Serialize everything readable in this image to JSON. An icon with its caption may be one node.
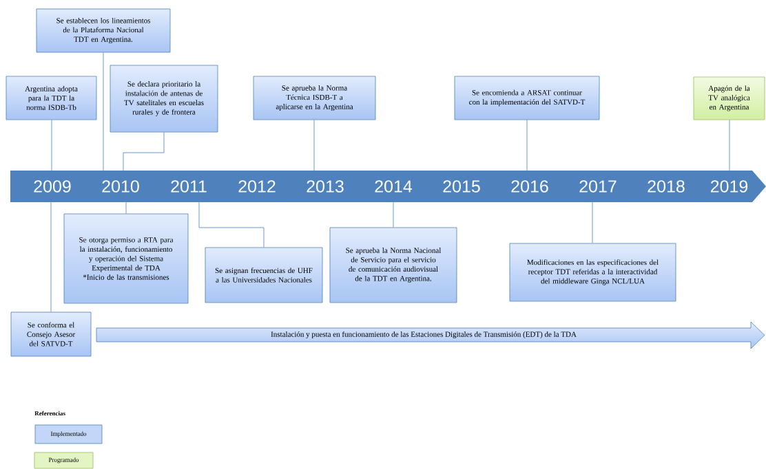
{
  "diagram": {
    "nodes": [
      {
        "text": [
          "2009"
        ]
      },
      {
        "text": [
          "2010"
        ]
      },
      {
        "text": [
          "2011"
        ]
      },
      {
        "text": [
          "2012"
        ]
      },
      {
        "text": [
          "2013"
        ]
      },
      {
        "text": [
          "2014"
        ]
      },
      {
        "text": [
          "2015"
        ]
      },
      {
        "text": [
          "2016"
        ]
      },
      {
        "text": [
          "2017"
        ]
      },
      {
        "text": [
          "2018"
        ]
      },
      {
        "text": [
          "2019"
        ]
      },
      {
        "text": [
          "Argentina adopta para la TDT la norma ISDB-Tb"
        ]
      },
      {
        "text": [
          "Se establecen los lineamientos de la Plataforma Nacional TDT en Argentina."
        ]
      },
      {
        "text": [
          "Se declara prioritario la instalación de antenas de TV satelitales en escuelas rurales y de frontera"
        ]
      },
      {
        "text": [
          "Se aprueba la Norma Técnica ISDB-T a aplicarse en la Argentina"
        ]
      },
      {
        "text": [
          "Se encomienda a ARSAT continuar con la implementación del SATVD-T"
        ]
      },
      {
        "text": [
          "Apagón de la TV analógica en Argentina"
        ]
      },
      {
        "text": [
          "Se otorga permiso a RTA para la instalación, funcionamiento y operación del Sistema Experimental de TDA *Inicio de las transmisiones"
        ]
      },
      {
        "text": [
          "Se asignan frecuencias de UHF a las Universidades Nacionales"
        ]
      },
      {
        "text": [
          "Se aprueba la Norma Nacional de Servicio para el servicio de comunicación audiovisual de la TDT en Argentina."
        ]
      },
      {
        "text": [
          "Modificaciones en las especificaciones del receptor TDT referidas a la interactividad del middleware Ginga NCL/LUA"
        ]
      },
      {
        "text": [
          "Se conforma el Consejo Asesor del SATVD-T"
        ]
      },
      {
        "text": [
          "Instalación y puesta en funcionamiento de las Estaciones Digitales de Transmisión (EDT) de la TDA"
        ]
      }
    ],
    "edges": [
      {
        "from": 11,
        "to": 0,
        "arrow": "none"
      },
      {
        "from": 12,
        "to": 1,
        "arrow": "none"
      },
      {
        "from": 13,
        "to": 1,
        "arrow": "none"
      },
      {
        "from": 14,
        "to": 4,
        "arrow": "none"
      },
      {
        "from": 15,
        "to": 7,
        "arrow": "none"
      },
      {
        "from": 16,
        "to": 10,
        "arrow": "none"
      },
      {
        "from": 17,
        "to": 1,
        "arrow": "none"
      },
      {
        "from": 18,
        "to": 2,
        "arrow": "none"
      },
      {
        "from": 19,
        "to": 5,
        "arrow": "none"
      },
      {
        "from": 20,
        "to": 8,
        "arrow": "none"
      },
      {
        "from": 21,
        "to": 0,
        "arrow": "none"
      }
    ],
    "labels": [
      "Referencias"
    ],
    "legend": [
      {
        "text": "Implementado",
        "color": "#c3d6f7"
      },
      {
        "text": "Programado",
        "color": "#e3f5c2"
      }
    ]
  }
}
